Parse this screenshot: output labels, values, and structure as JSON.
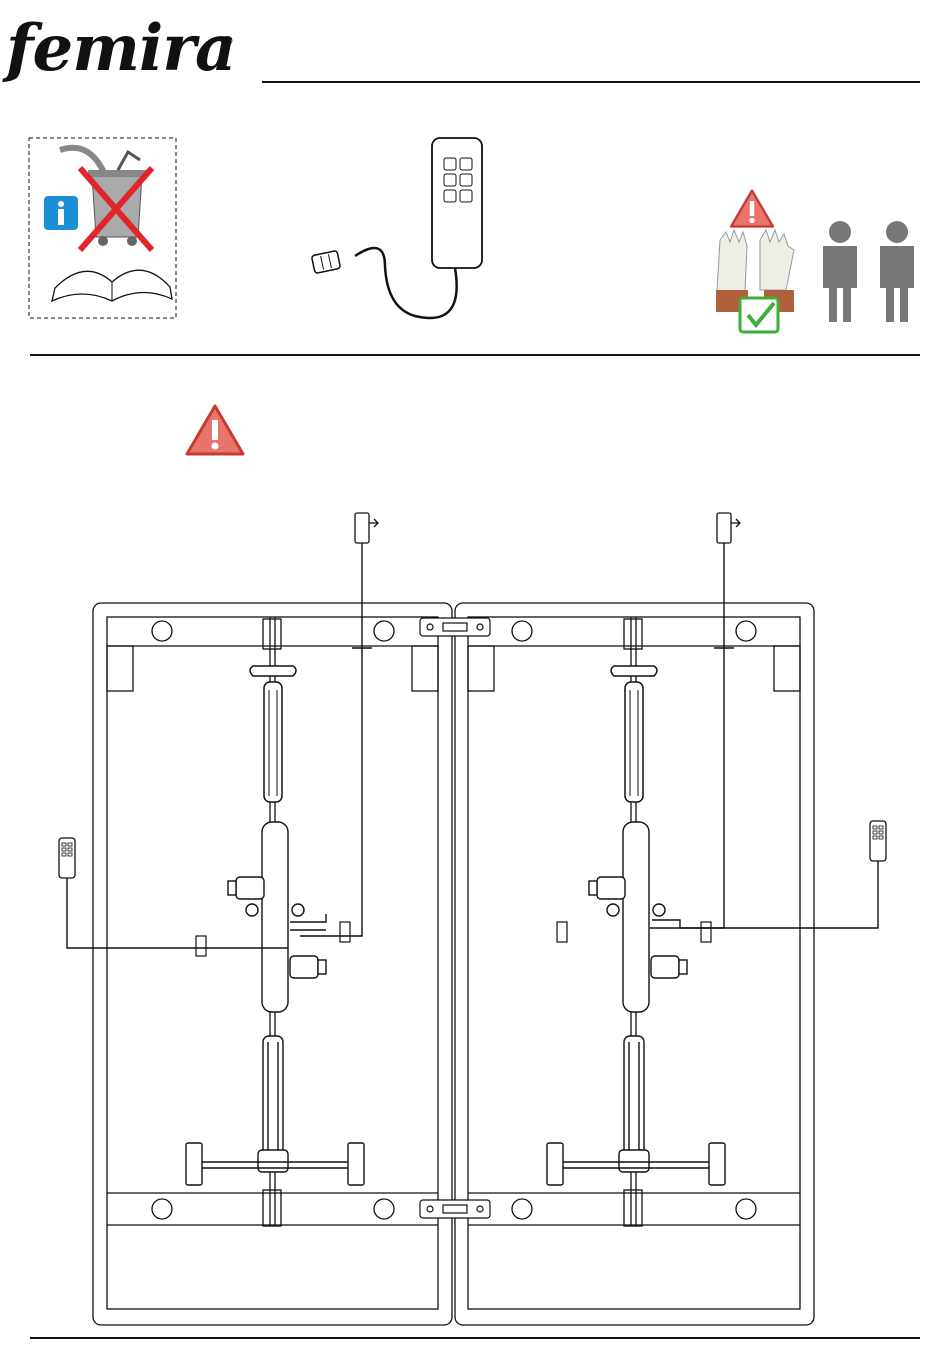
{
  "brand": {
    "logo_text": "femira",
    "logo_mark": "®"
  },
  "icons": {
    "info": "info-icon",
    "disposal": "crossed-out-bin-icon",
    "manual": "open-book-icon",
    "handset": "remote-handset-icon",
    "warning": "warning-triangle-icon",
    "gloves": "gloves-icon",
    "check": "check-mark-icon",
    "persons": "two-persons-icon",
    "power_supply": "power-plug-icon"
  },
  "colors": {
    "warning_fill": "#e8756b",
    "warning_stroke": "#c43b31",
    "info_blue": "#1a8fd6",
    "cross_red": "#e0262b",
    "check_green": "#3fae3a",
    "person_gray": "#777777",
    "glove_cuff": "#b0603a",
    "line": "#111111"
  },
  "diagram": {
    "panels": 2,
    "handsets": 2,
    "power_supplies": 2
  }
}
